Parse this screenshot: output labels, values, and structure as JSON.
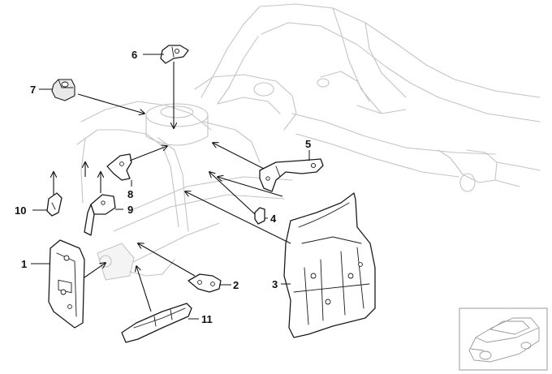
{
  "diagram": {
    "callouts": [
      {
        "id": "part-1",
        "label": "1"
      },
      {
        "id": "part-2",
        "label": "2"
      },
      {
        "id": "part-3",
        "label": "3"
      },
      {
        "id": "part-4",
        "label": "4"
      },
      {
        "id": "part-5",
        "label": "5"
      },
      {
        "id": "part-6",
        "label": "6"
      },
      {
        "id": "part-7",
        "label": "7"
      },
      {
        "id": "part-8",
        "label": "8"
      },
      {
        "id": "part-9",
        "label": "9"
      },
      {
        "id": "part-10",
        "label": "10"
      },
      {
        "id": "part-11",
        "label": "11"
      }
    ]
  }
}
